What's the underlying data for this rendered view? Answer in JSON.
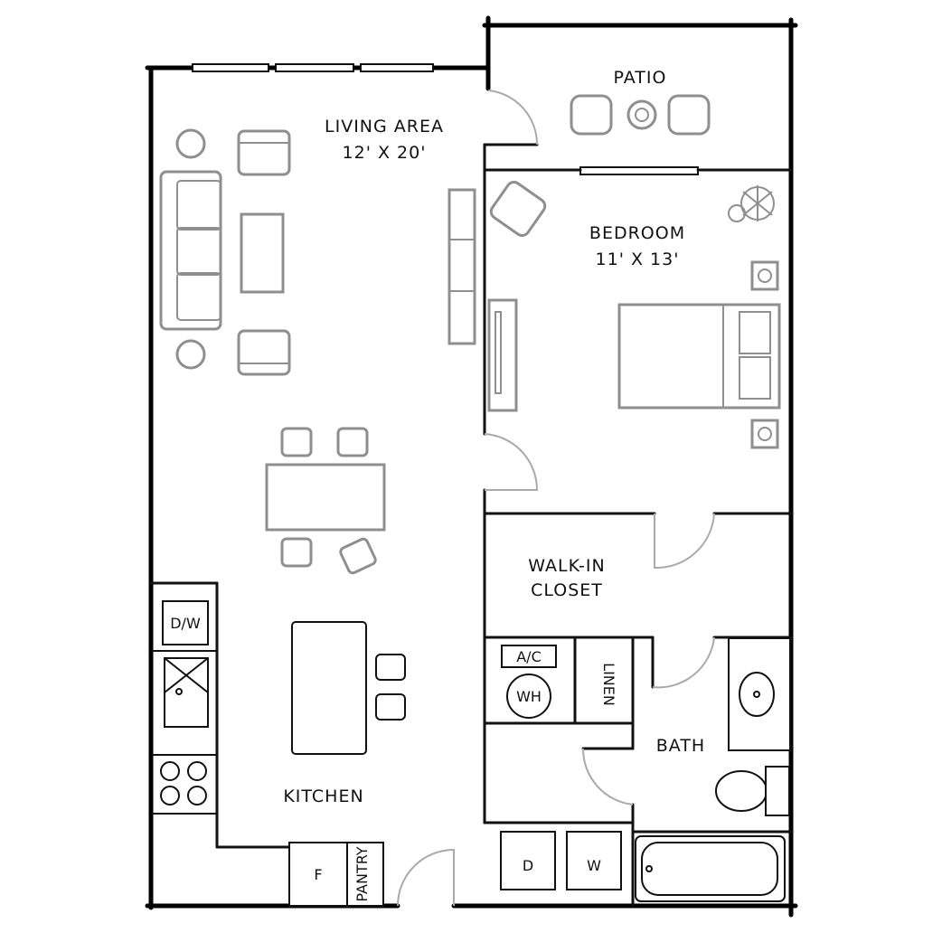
{
  "rooms": {
    "patio": {
      "name": "PATIO"
    },
    "living": {
      "name": "LIVING AREA",
      "dims": "12' X 20'"
    },
    "bedroom": {
      "name": "BEDROOM",
      "dims": "11' X 13'"
    },
    "closet": {
      "name_line1": "WALK-IN",
      "name_line2": "CLOSET"
    },
    "bath": {
      "name": "BATH"
    },
    "kitchen": {
      "name": "KITCHEN"
    }
  },
  "fixtures": {
    "dishwasher": "D/W",
    "ac": "A/C",
    "water_heater": "WH",
    "linen": "LINEN",
    "fridge": "F",
    "pantry": "PANTRY",
    "dryer": "D",
    "washer": "W"
  }
}
